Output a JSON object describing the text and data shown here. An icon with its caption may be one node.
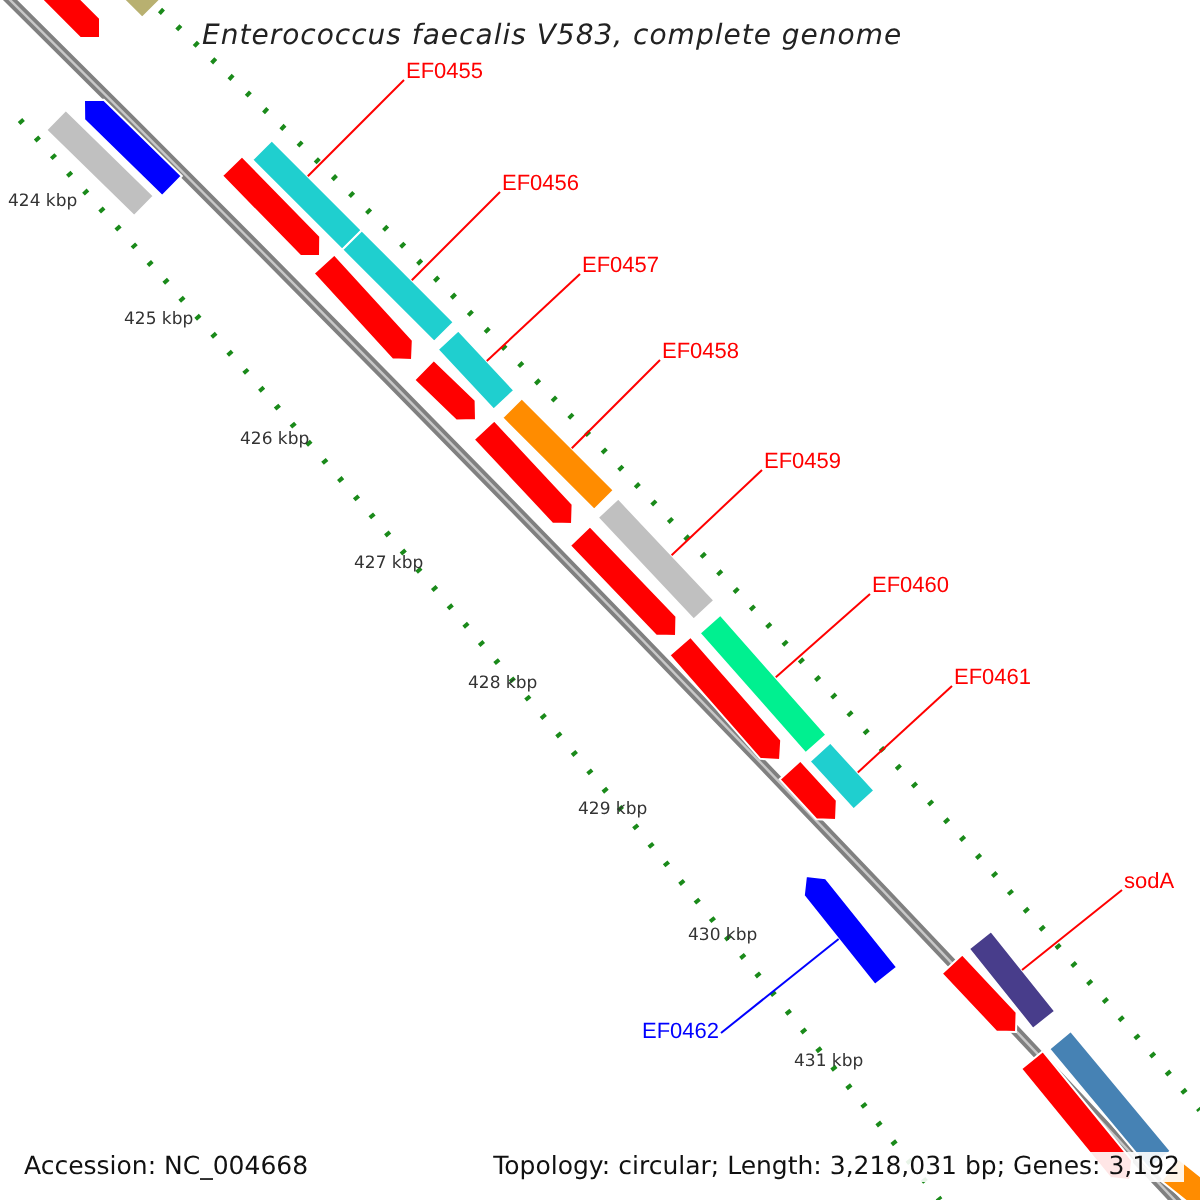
{
  "diagram": {
    "title": "Enterococcus faecalis V583, complete genome",
    "nodes": [
      {
        "text": [
          "EF0455"
        ]
      },
      {
        "text": [
          "EF0456"
        ]
      },
      {
        "text": [
          "EF0457"
        ]
      },
      {
        "text": [
          "EF0458"
        ]
      },
      {
        "text": [
          "EF0459"
        ]
      },
      {
        "text": [
          "EF0460"
        ]
      },
      {
        "text": [
          "EF0461"
        ]
      },
      {
        "text": [
          "sodA"
        ]
      },
      {
        "text": [
          "EF0462"
        ]
      },
      {
        "text": [],
        "shape": "bar"
      },
      {
        "text": [],
        "shape": "bar"
      },
      {
        "text": [],
        "shape": "bar"
      },
      {
        "text": [],
        "shape": "bar"
      },
      {
        "text": [],
        "shape": "bar"
      },
      {
        "text": [],
        "shape": "bar"
      },
      {
        "text": [],
        "shape": "bar"
      },
      {
        "text": [],
        "shape": "bar"
      },
      {
        "text": [],
        "shape": "bar"
      },
      {
        "text": [],
        "shape": "bar"
      },
      {
        "text": [],
        "shape": "bar"
      },
      {
        "text": [],
        "shape": "bar"
      },
      {
        "text": [],
        "shape": "bar"
      },
      {
        "text": [],
        "shape": "bar"
      },
      {
        "text": [],
        "shape": "bar"
      },
      {
        "text": [],
        "shape": "bar"
      },
      {
        "text": [],
        "shape": "bar"
      },
      {
        "text": [],
        "shape": "bar"
      },
      {
        "text": [],
        "shape": "bar"
      },
      {
        "text": [],
        "shape": "bar"
      },
      {
        "text": [],
        "shape": "bar"
      },
      {
        "text": [],
        "shape": "bar"
      },
      {
        "text": [],
        "shape": "bar"
      },
      {
        "text": [],
        "shape": "bar"
      }
    ],
    "edges": [
      {
        "from": 0,
        "to": 9,
        "arrow": "none"
      },
      {
        "from": 1,
        "to": 10,
        "arrow": "none"
      },
      {
        "from": 2,
        "to": 11,
        "arrow": "none"
      },
      {
        "from": 3,
        "to": 12,
        "arrow": "none"
      },
      {
        "from": 4,
        "to": 13,
        "arrow": "none"
      },
      {
        "from": 5,
        "to": 14,
        "arrow": "none"
      },
      {
        "from": 6,
        "to": 15,
        "arrow": "none"
      },
      {
        "from": 7,
        "to": 16,
        "arrow": "none"
      },
      {
        "from": 8,
        "to": 17,
        "arrow": "none",
        "color": "#0000ff"
      }
    ],
    "labels": [
      "424 kbp",
      "425 kbp",
      "426 kbp",
      "427 kbp",
      "428 kbp",
      "429 kbp",
      "430 kbp",
      "431 kbp",
      "Accession: NC_004668",
      "Topology: circular; Length: 3,218,031 bp; Genes: 3,192"
    ]
  }
}
